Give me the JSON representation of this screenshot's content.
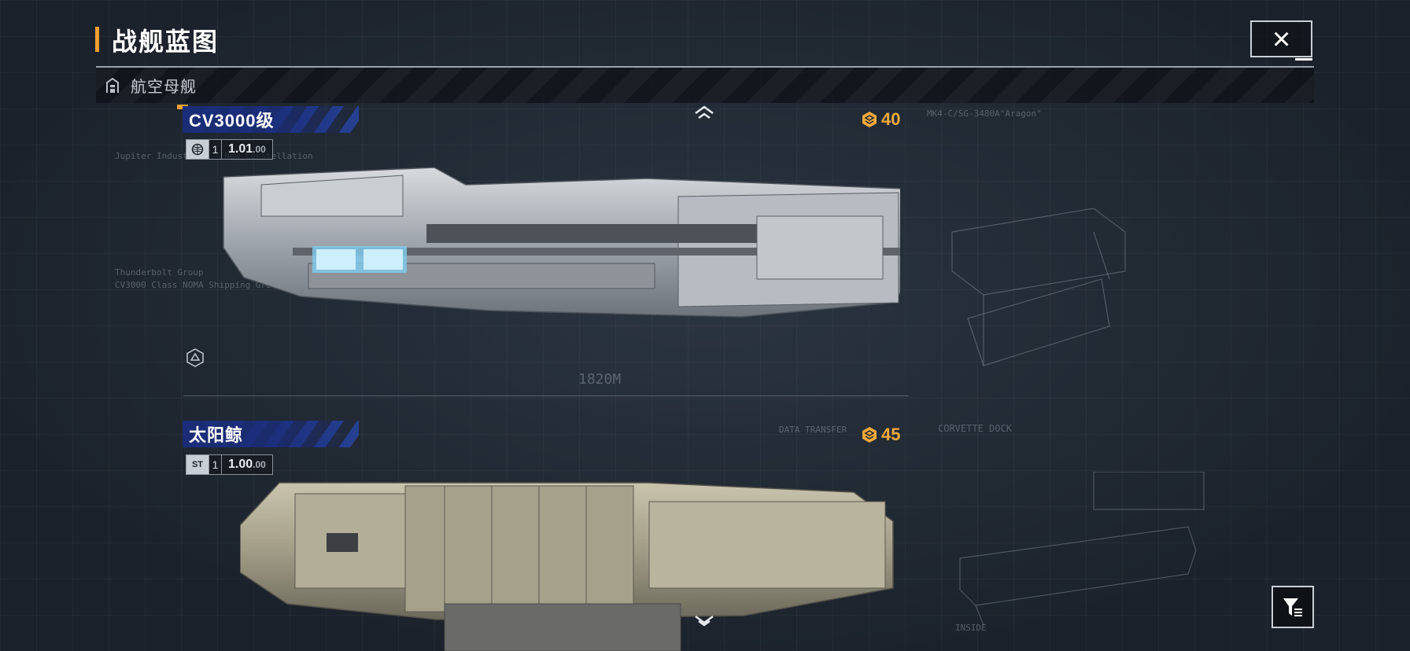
{
  "header": {
    "title": "战舰蓝图",
    "close_icon": "×"
  },
  "category": {
    "icon": "hangar-icon",
    "label": "航空母舰"
  },
  "ships": [
    {
      "name": "CV3000级",
      "version": "1.01",
      "version_suffix": ".00",
      "tier": "1",
      "faction_icon": "globe-icon",
      "cost": "40",
      "length_label": "1820M",
      "blueprint_code": "MK4-C/SG-3480A\"Aragon\"",
      "hull_color": "#b9bec4"
    },
    {
      "name": "太阳鲸",
      "version": "1.00",
      "version_suffix": ".00",
      "tier": "1",
      "faction_icon": "faction-st-icon",
      "cost": "45",
      "blueprint_code": "CORVETTE DOCK",
      "panel_labels": [
        "DATA TRANSFER",
        "INSIDE"
      ],
      "hull_color": "#a9a48e"
    }
  ],
  "background_text": [
    "Jupiter Industries · New Constellation",
    "Thunderbolt Group",
    "CV3000 Class NOMA Shipping Group"
  ],
  "colors": {
    "accent": "#f0a030",
    "cost": "#f2a93b",
    "banner": "#1e3a9e"
  }
}
